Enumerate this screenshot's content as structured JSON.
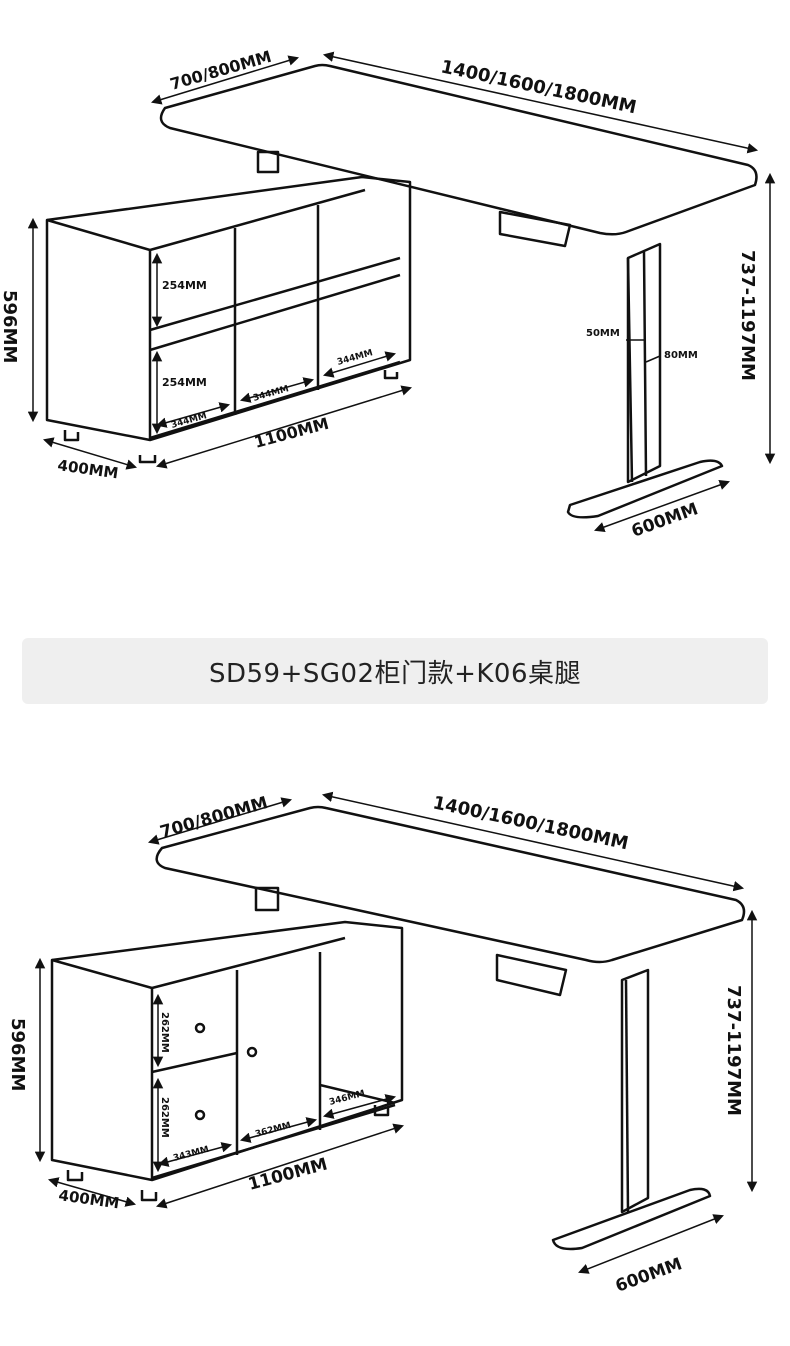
{
  "variant_title": "SD59+SG02柜门款+K06桌腿",
  "top_diagram": {
    "depth": "700/800MM",
    "width": "1400/1600/1800MM",
    "height_range": "737-1197MM",
    "cabinet_height": "596MM",
    "cabinet_depth": "400MM",
    "cabinet_width": "1100MM",
    "shelf_height_upper": "254MM",
    "shelf_height_lower": "254MM",
    "compartment_width_1": "344MM",
    "compartment_width_2": "344MM",
    "compartment_width_3": "344MM",
    "leg_width": "50MM",
    "leg_depth": "80MM",
    "foot_length": "600MM"
  },
  "bottom_diagram": {
    "depth": "700/800MM",
    "width": "1400/1600/1800MM",
    "height_range": "737-1197MM",
    "cabinet_height": "596MM",
    "cabinet_depth": "400MM",
    "cabinet_width": "1100MM",
    "drawer_height_upper": "262MM",
    "drawer_height_lower": "262MM",
    "compartment_width_1": "343MM",
    "compartment_width_2": "362MM",
    "compartment_width_3": "346MM",
    "foot_length": "600MM"
  }
}
